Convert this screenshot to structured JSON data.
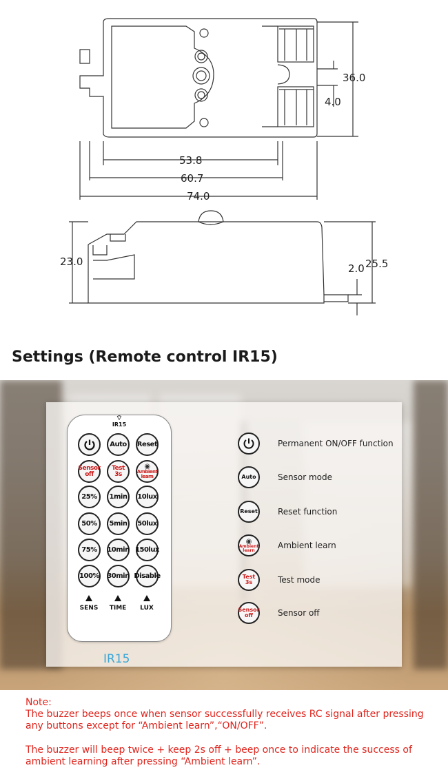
{
  "dimensions": {
    "height_total": "36.0",
    "gap": "4.0",
    "width_inner": "53.8",
    "width_mid": "60.7",
    "width_total": "74.0",
    "side_height": "23.0",
    "flange": "2.0",
    "overall_height": "25.5"
  },
  "settings": {
    "title": "Settings (Remote control IR15)"
  },
  "remote": {
    "ir_label": "IR15",
    "model": "IR15",
    "rows": [
      [
        "",
        "Auto",
        "Reset"
      ],
      [
        "Sensor off",
        "Test 3s",
        "Ambient learn"
      ],
      [
        "25%",
        "1min",
        "10lux"
      ],
      [
        "50%",
        "5min",
        "50lux"
      ],
      [
        "75%",
        "10min",
        "150lux"
      ],
      [
        "100%",
        "30min",
        "Disable"
      ]
    ],
    "axis_labels": [
      "SENS",
      "TIME",
      "LUX"
    ]
  },
  "legend": [
    {
      "icon": "power-icon",
      "button": "",
      "text": "Permanent ON/OFF function"
    },
    {
      "icon": "auto-button",
      "button": "Auto",
      "text": "Sensor mode"
    },
    {
      "icon": "reset-button",
      "button": "Reset",
      "text": "Reset function"
    },
    {
      "icon": "eye-icon",
      "button": "Ambient learn",
      "text": "Ambient learn"
    },
    {
      "icon": "test-button",
      "button": "Test 3s",
      "text": "Test mode"
    },
    {
      "icon": "sensor-off-button",
      "button": "Sensor off",
      "text": "Sensor off"
    }
  ],
  "note": {
    "heading": "Note:",
    "line1": "The buzzer beeps once when sensor successfully receives RC signal after pressing any buttons except for “Ambient learn”,“ON/OFF”.",
    "line2": "The buzzer will beep twice + keep 2s off + beep once to indicate the success of ambient learning after pressing “Ambient learn”."
  },
  "colors": {
    "note": "#e0241c",
    "model_label": "#3aa7d8",
    "red_button_text": "#cc1a1a"
  }
}
